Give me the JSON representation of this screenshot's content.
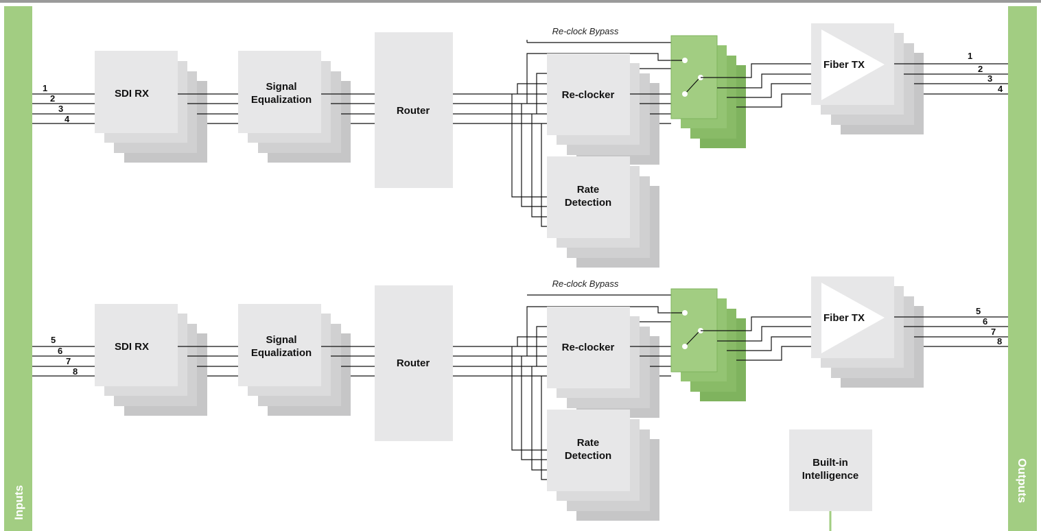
{
  "side_bars": {
    "inputs": "Inputs",
    "outputs": "Outputs"
  },
  "blocks": {
    "sdi_rx": "SDI  RX",
    "signal_eq_line1": "Signal",
    "signal_eq_line2": "Equalization",
    "router": "Router",
    "reclocker": "Re-clocker",
    "rate_det_line1": "Rate",
    "rate_det_line2": "Detection",
    "fiber_tx": "Fiber TX",
    "builtin_line1": "Built-in",
    "builtin_line2": "Intelligence"
  },
  "bypass_label": "Re-clock Bypass",
  "input_channels": {
    "top": [
      "1",
      "2",
      "3",
      "4"
    ],
    "bottom": [
      "5",
      "6",
      "7",
      "8"
    ]
  },
  "output_channels": {
    "top": [
      "1",
      "2",
      "3",
      "4"
    ],
    "bottom": [
      "5",
      "6",
      "7",
      "8"
    ]
  },
  "colors": {
    "green_bar": "#a2cd82",
    "switch_green": "#8fc26e",
    "block_light": "#e7e7e8",
    "block_mid": "#d6d6d7",
    "block_dark": "#c6c6c7",
    "rule": "#9a9a9a"
  }
}
